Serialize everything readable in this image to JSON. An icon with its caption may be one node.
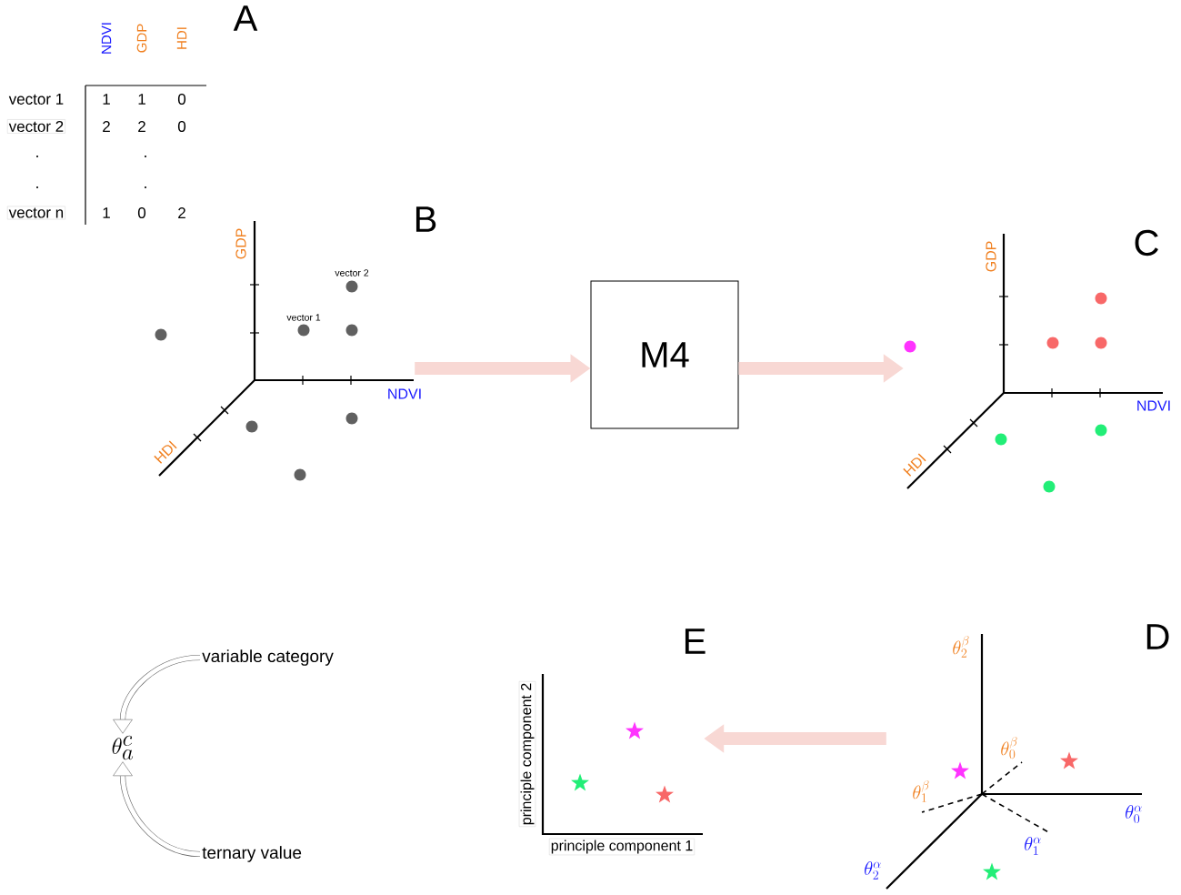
{
  "diagram": {
    "nodes": [
      {
        "text": [
          "B"
        ]
      },
      {
        "text": [
          "M4"
        ]
      },
      {
        "text": [
          "C"
        ]
      },
      {
        "text": [
          "D"
        ]
      },
      {
        "text": [
          "E"
        ]
      },
      {
        "text": [
          "\\theta_a^c"
        ]
      },
      {
        "text": [
          "variable category"
        ]
      },
      {
        "text": [
          "ternary value"
        ]
      }
    ],
    "edges": [
      {
        "from": 0,
        "to": 1,
        "arrow": "to"
      },
      {
        "from": 1,
        "to": 2,
        "arrow": "to"
      },
      {
        "from": 3,
        "to": 4,
        "arrow": "to"
      },
      {
        "from": 6,
        "to": 5,
        "arrow": "to",
        "color": "#666666"
      },
      {
        "from": 7,
        "to": 5,
        "arrow": "to",
        "color": "#666666"
      }
    ],
    "labels": [
      "A",
      "NDVI",
      "GDP",
      "HDI",
      "vector 1",
      "1",
      "1",
      "0",
      "vector 2",
      "2",
      "2",
      "0",
      ".",
      ".",
      ".",
      ".",
      "vector n",
      "1",
      "0",
      "2",
      "GDP",
      "vector 2",
      "vector 1",
      "NDVI",
      "HDI",
      "GDP",
      "NDVI",
      "HDI",
      "principle component 2",
      "principle component 1",
      "\\theta_2^\\beta",
      "\\theta_0^\\beta",
      "\\theta_1^\\beta",
      "\\theta_0^\\alpha",
      "\\theta_1^\\alpha",
      "\\theta_2^\\alpha"
    ]
  }
}
